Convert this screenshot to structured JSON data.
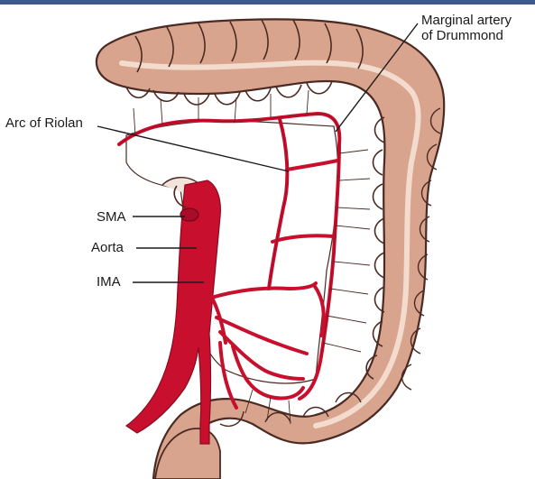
{
  "labels": {
    "marginal_artery_line1": "Marginal artery",
    "marginal_artery_line2": "of Drummond",
    "arc_of_riolan": "Arc of Riolan",
    "sma": "SMA",
    "aorta": "Aorta",
    "ima": "IMA"
  },
  "colors": {
    "colon_fill": "#d9a48e",
    "colon_stroke": "#4a2a22",
    "artery_red": "#c8102e",
    "artery_dark": "#8a0b1f",
    "top_bar": "#3d5a8a"
  }
}
